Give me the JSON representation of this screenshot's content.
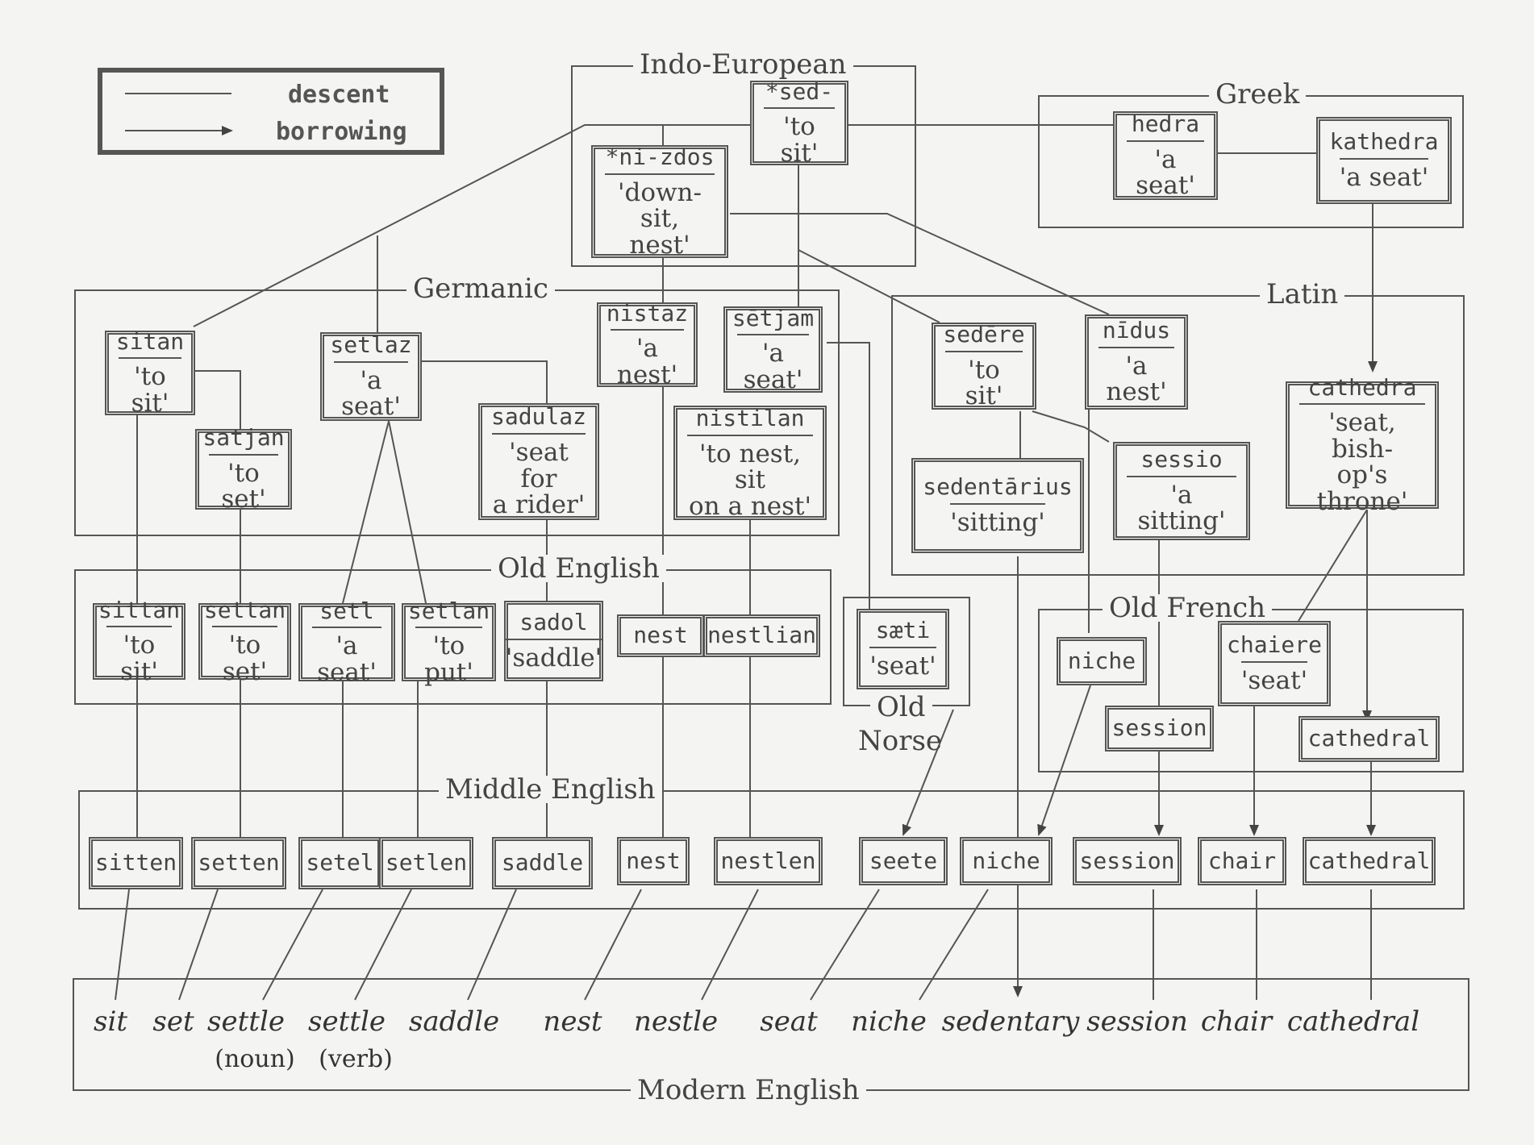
{
  "legend": {
    "descent_label": "descent",
    "borrowing_label": "borrowing"
  },
  "groups": {
    "indo_european": "Indo-European",
    "greek": "Greek",
    "germanic": "Germanic",
    "latin": "Latin",
    "old_english": "Old English",
    "old_french": "Old French",
    "old_norse_1": "Old",
    "old_norse_2": "Norse",
    "middle_english": "Middle English",
    "modern_english": "Modern English"
  },
  "nodes": {
    "sed": {
      "word": "*sed-",
      "gloss": "'to sit'"
    },
    "nizdos": {
      "word": "*ni-zdos",
      "gloss": "'down-sit,\nnest'"
    },
    "hedra": {
      "word": "hedra",
      "gloss": "'a seat'"
    },
    "kathedra": {
      "word": "kathedra",
      "gloss": "'a seat'"
    },
    "sitan": {
      "word": "sitan",
      "gloss": "'to sit'"
    },
    "setlaz": {
      "word": "setlaz",
      "gloss": "'a seat'"
    },
    "nistaz": {
      "word": "nistaz",
      "gloss": "'a nest'"
    },
    "setjam": {
      "word": "sētjam",
      "gloss": "'a seat'"
    },
    "satjan": {
      "word": "satjan",
      "gloss": "'to set'"
    },
    "sadulaz": {
      "word": "sadulaz",
      "gloss": "'seat for\na rider'"
    },
    "nistilan": {
      "word": "nistilan",
      "gloss": "'to nest, sit\non a nest'"
    },
    "sedere": {
      "word": "sedēre",
      "gloss": "'to sit'"
    },
    "nidus": {
      "word": "nīdus",
      "gloss": "'a nest'"
    },
    "cathedra_la": {
      "word": "cathedra",
      "gloss": "'seat, bish-\nop's throne'"
    },
    "sedentarius": {
      "word": "sedentārius",
      "gloss": "'sitting'"
    },
    "sessio": {
      "word": "sessio",
      "gloss": "'a sitting'"
    },
    "sittan": {
      "word": "sittan",
      "gloss": "'to sit'"
    },
    "settan": {
      "word": "settan",
      "gloss": "'to set'"
    },
    "setl": {
      "word": "setl",
      "gloss": "'a seat'"
    },
    "setlan": {
      "word": "setlan",
      "gloss": "'to put'"
    },
    "sadol": {
      "word": "sadol",
      "gloss": "'saddle'"
    },
    "nest_oe": {
      "word": "nest"
    },
    "nestlian": {
      "word": "nestlian"
    },
    "saeti": {
      "word": "sæti",
      "gloss": "'seat'"
    },
    "niche_of": {
      "word": "niche"
    },
    "chaiere": {
      "word": "chaiere",
      "gloss": "'seat'"
    },
    "session_of": {
      "word": "session"
    },
    "cathedral_of": {
      "word": "cathedral"
    },
    "sitten": {
      "word": "sitten"
    },
    "setten": {
      "word": "setten"
    },
    "setel": {
      "word": "setel"
    },
    "setlen": {
      "word": "setlen"
    },
    "saddle_me": {
      "word": "saddle"
    },
    "nest_me": {
      "word": "nest"
    },
    "nestlen": {
      "word": "nestlen"
    },
    "seete": {
      "word": "seete"
    },
    "niche_me": {
      "word": "niche"
    },
    "session_me": {
      "word": "session"
    },
    "chair_me": {
      "word": "chair"
    },
    "cathedral_me": {
      "word": "cathedral"
    }
  },
  "modern": {
    "sit": "sit",
    "set": "set",
    "settle_n": "settle",
    "settle_v": "settle",
    "saddle": "saddle",
    "nest": "nest",
    "nestle": "nestle",
    "seat": "seat",
    "niche": "niche",
    "sedentary": "sedentary",
    "session": "session",
    "chair": "chair",
    "cathedral": "cathedral"
  },
  "notes": {
    "noun": "(noun)",
    "verb": "(verb)"
  }
}
